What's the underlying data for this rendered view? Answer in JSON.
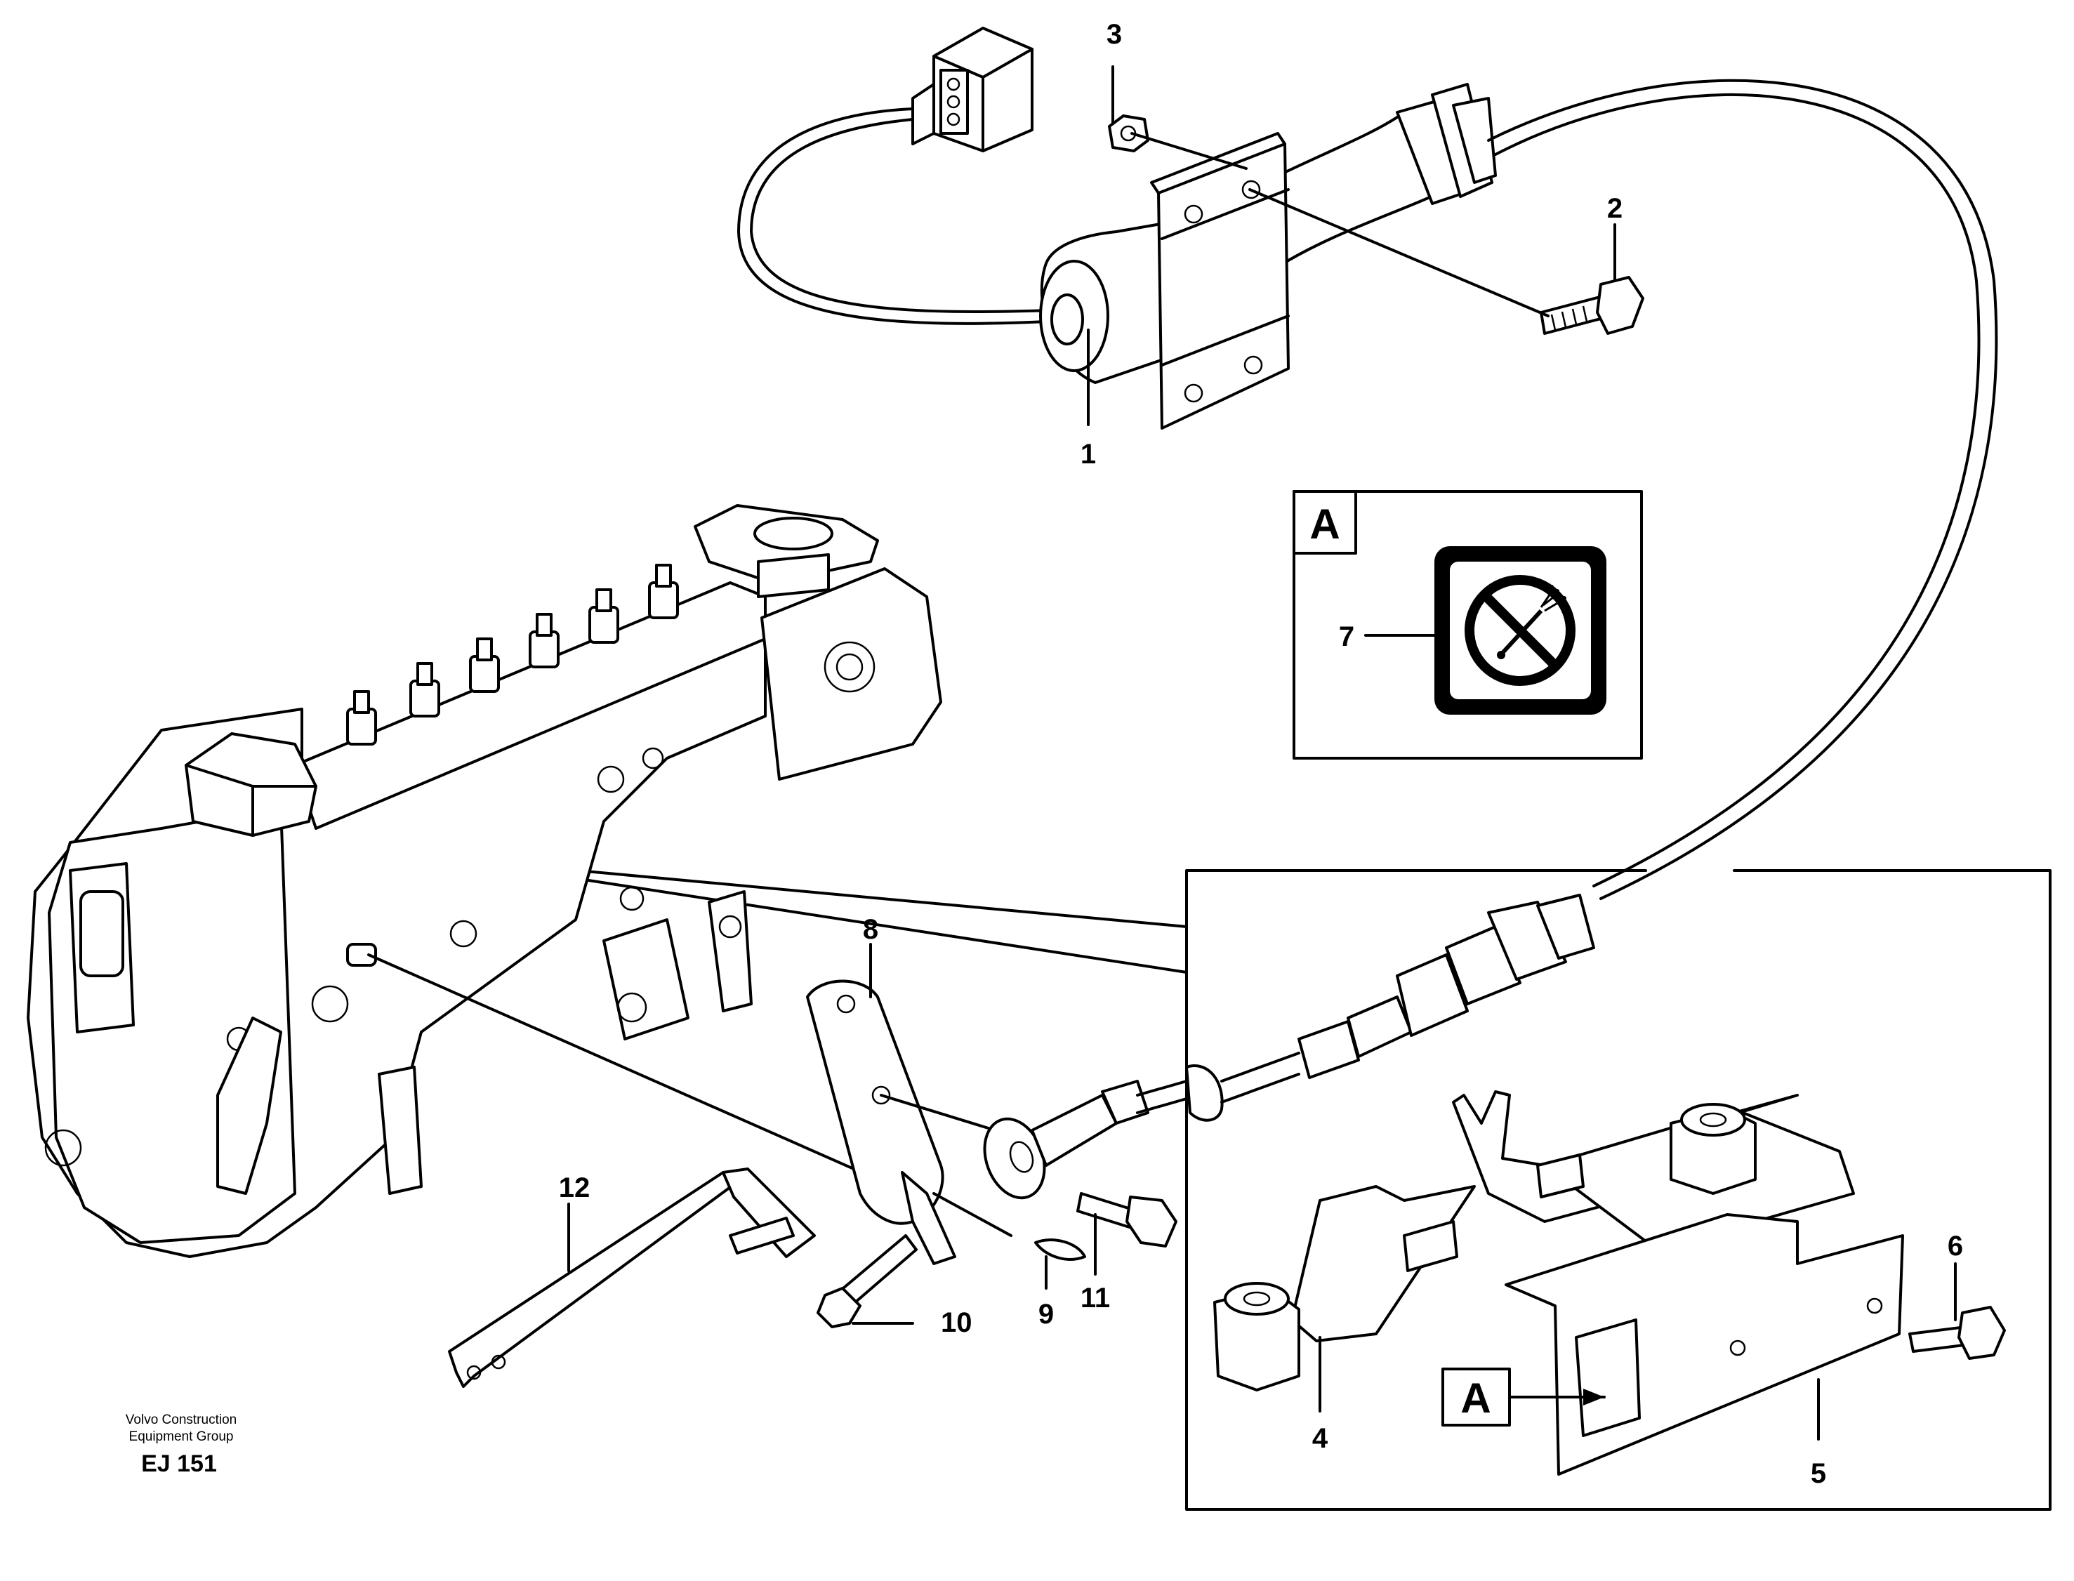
{
  "callouts": {
    "c1": "1",
    "c2": "2",
    "c3": "3",
    "c4": "4",
    "c5": "5",
    "c6": "6",
    "c7": "7",
    "c8": "8",
    "c9": "9",
    "c10": "10",
    "c11": "11",
    "c12": "12"
  },
  "detail_marker": "A",
  "decal_marker": "A",
  "footer": {
    "line1": "Volvo Construction",
    "line2": "Equipment Group",
    "code": "EJ 151"
  },
  "icons": {
    "decal": "no-pressure-washing-icon"
  }
}
